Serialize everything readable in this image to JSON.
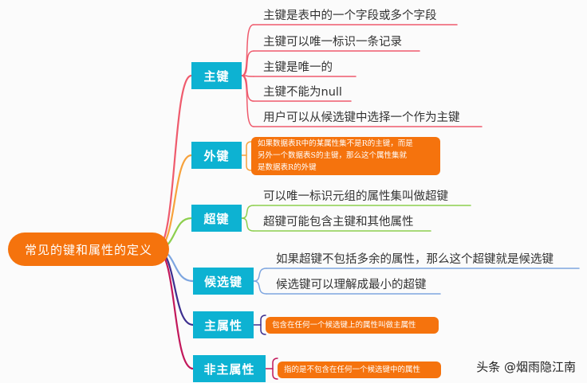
{
  "root": {
    "label": "常见的键和属性的定义"
  },
  "branches": [
    {
      "label": "主键",
      "color": "#ef5b6d",
      "items": [
        "主键是表中的一个字段或多个字段",
        "主键可以唯一标识一条记录",
        "主键是唯一的",
        "主键不能为null",
        "用户可以从候选键中选择一个作为主键"
      ]
    },
    {
      "label": "外键",
      "color": "#f7a23c",
      "note": [
        "如果数据表R中的某属性集不是R的主键，而是",
        "另外一个数据表S的主键，那么这个属性集就",
        "是数据表R的外键"
      ]
    },
    {
      "label": "超键",
      "color": "#8dcf4e",
      "items": [
        "可以唯一标识元组的属性集叫做超键",
        "超键可能包含主键和其他属性"
      ]
    },
    {
      "label": "候选键",
      "color": "#7ea6e0",
      "items": [
        "如果超键不包括多余的属性，那么这个超键就是候选键",
        "候选键可以理解成最小的超键"
      ]
    },
    {
      "label": "主属性",
      "color": "#3d2f8f",
      "note": [
        "包含在任何一个候选键上的属性叫做主属性"
      ]
    },
    {
      "label": "非主属性",
      "color": "#c2185b",
      "note": [
        "指的是不包含在任何一个候选键中的属性"
      ]
    }
  ],
  "watermark": "头条 @烟雨隐江南"
}
